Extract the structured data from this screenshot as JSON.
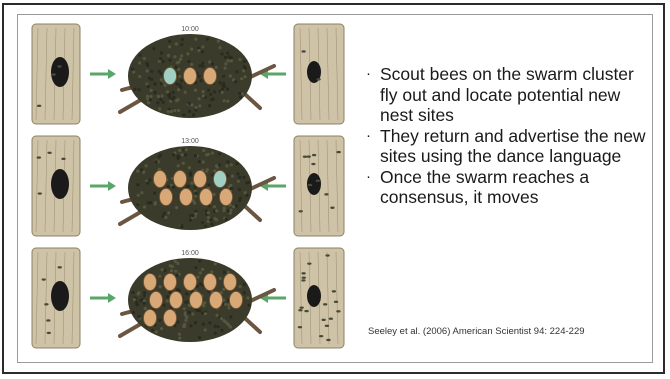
{
  "slide": {
    "bullets": [
      "Scout bees on the swarm cluster fly out and locate potential new nest sites",
      "They return and advertise the new sites using the dance language",
      "Once the swarm reaches a consensus, it moves"
    ],
    "citation": "Seeley et al. (2006) American Scientist 94: 224-229"
  },
  "figure": {
    "panels": [
      {
        "time": "10:00",
        "scouts": 3
      },
      {
        "time": "13:00",
        "scouts": 8
      },
      {
        "time": "16:00",
        "scouts": 12
      }
    ],
    "colors": {
      "trunk": "#cfc3a7",
      "bark_line": "#8d8066",
      "hole": "#1a1a1a",
      "swarm": "#3a3b2a",
      "scout_bee": "#d9a877",
      "dancing_bee": "#9fd0c3",
      "arrow": "#5aa66a"
    }
  }
}
